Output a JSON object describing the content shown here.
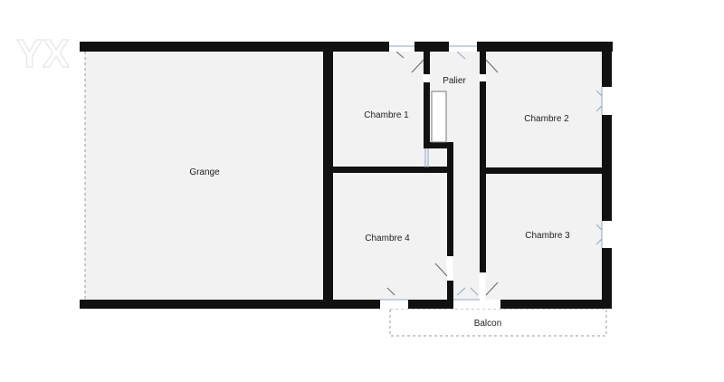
{
  "logo": {
    "text": "YX"
  },
  "rooms": {
    "grange": "Grange",
    "chambre1": "Chambre 1",
    "chambre2": "Chambre 2",
    "chambre3": "Chambre 3",
    "chambre4": "Chambre 4",
    "palier": "Palier",
    "balcon": "Balcon"
  },
  "colors": {
    "wall": "#111111",
    "floor": "#f2f2f2",
    "door": "#8fa6c4",
    "dashed": "#999999"
  }
}
